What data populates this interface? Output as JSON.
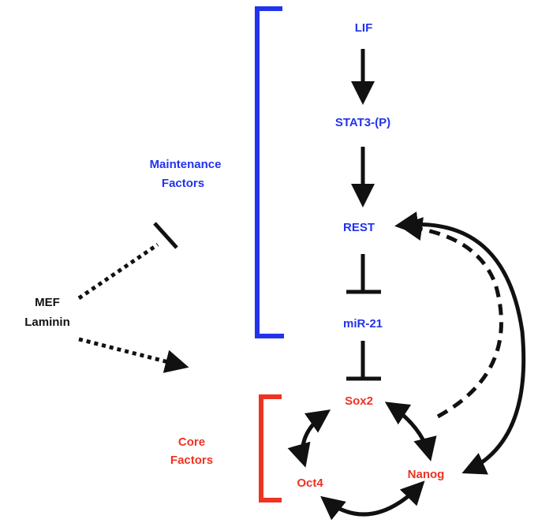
{
  "colors": {
    "maintenance": "#2233ee",
    "core": "#ee3322",
    "edges": "#111111"
  },
  "groups": {
    "maintenance": {
      "line1": "Maintenance",
      "line2": "Factors"
    },
    "core": {
      "line1": "Core",
      "line2": "Factors"
    }
  },
  "nodes": {
    "lif": "LIF",
    "stat3": "STAT3-(P)",
    "rest": "REST",
    "mir21": "miR-21",
    "sox2": "Sox2",
    "nanog": "Nanog",
    "oct4": "Oct4",
    "mef": {
      "line1": "MEF",
      "line2": "Laminin"
    }
  }
}
